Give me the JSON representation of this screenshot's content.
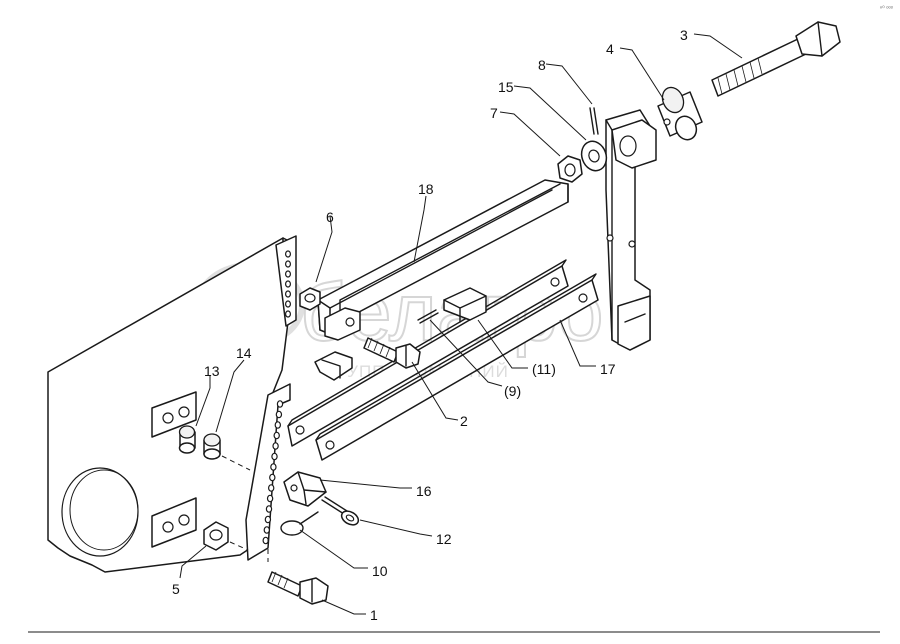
{
  "watermark": {
    "brand": "белагро",
    "tagline": "ГРУППА КОМПАНИЙ"
  },
  "corner_mark": "ⁿ⁰ ᵒᵒᵒ",
  "callouts": [
    {
      "id": "c3",
      "label": "3"
    },
    {
      "id": "c4",
      "label": "4"
    },
    {
      "id": "c8",
      "label": "8"
    },
    {
      "id": "c15",
      "label": "15"
    },
    {
      "id": "c7",
      "label": "7"
    },
    {
      "id": "c18",
      "label": "18"
    },
    {
      "id": "c6",
      "label": "6"
    },
    {
      "id": "c14",
      "label": "14"
    },
    {
      "id": "c13",
      "label": "13"
    },
    {
      "id": "c11",
      "label": "(11)"
    },
    {
      "id": "c17",
      "label": "17"
    },
    {
      "id": "c9",
      "label": "(9)"
    },
    {
      "id": "c2",
      "label": "2"
    },
    {
      "id": "c16",
      "label": "16"
    },
    {
      "id": "c12",
      "label": "12"
    },
    {
      "id": "c10",
      "label": "10"
    },
    {
      "id": "c5",
      "label": "5"
    },
    {
      "id": "c1",
      "label": "1"
    }
  ]
}
